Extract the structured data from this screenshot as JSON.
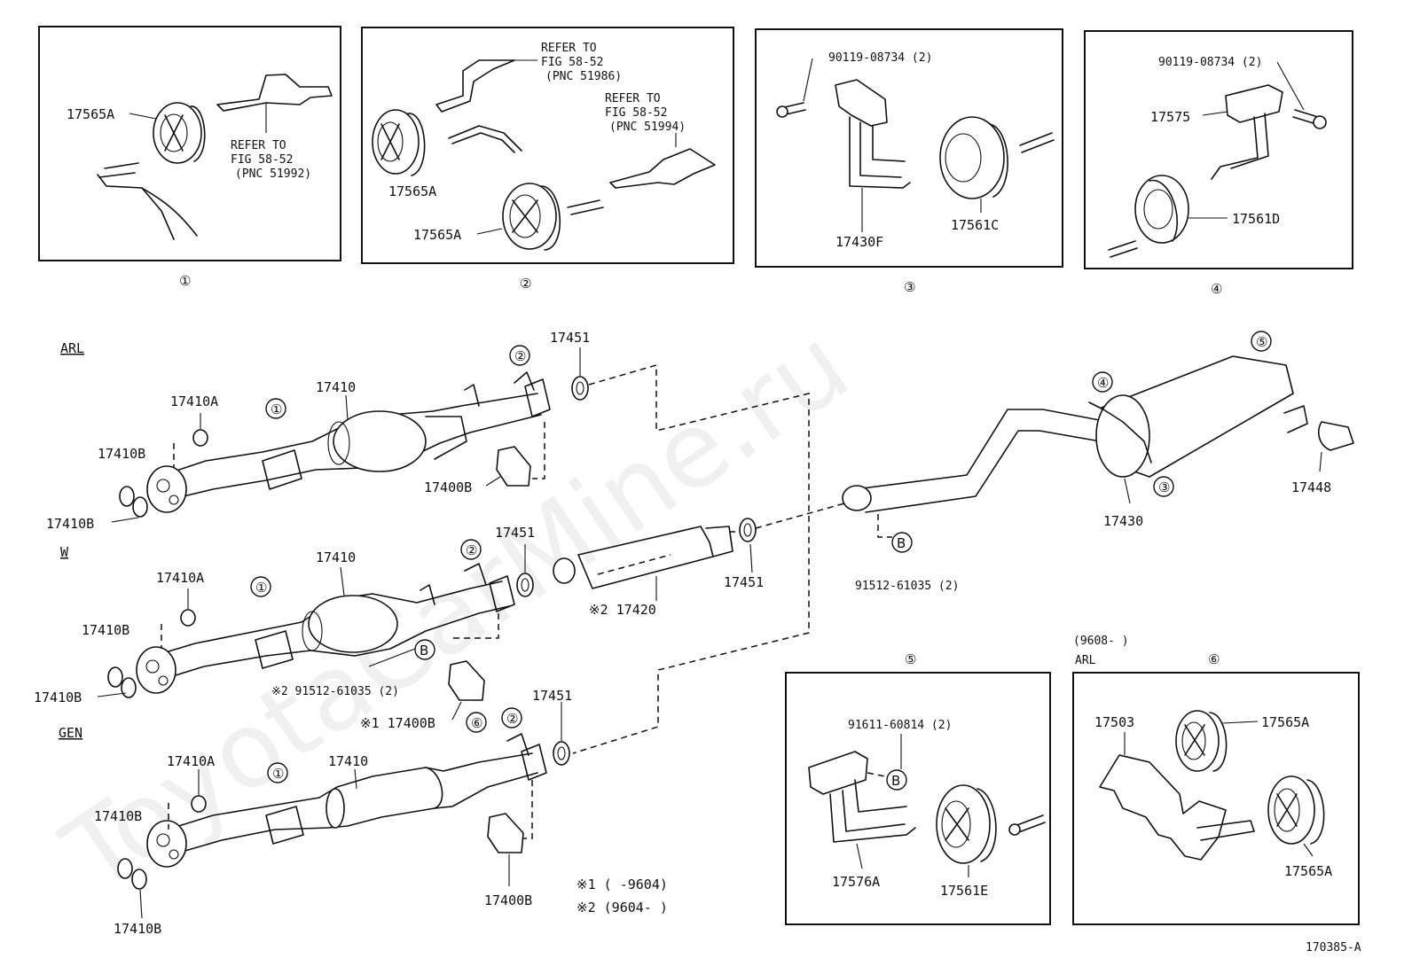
{
  "diagram_code": "170385-A",
  "watermark": "ToyotaCarMine.ru",
  "boxes": {
    "box1": {
      "number": "①",
      "part": "17565A",
      "refer": [
        "REFER TO",
        "FIG 58-52",
        "(PNC 51992)"
      ]
    },
    "box2": {
      "number": "②",
      "part_top": "17565A",
      "part_bottom": "17565A",
      "refer_a": [
        "REFER TO",
        "FIG 58-52",
        "(PNC 51986)"
      ],
      "refer_b": [
        "REFER TO",
        "FIG 58-52",
        "(PNC 51994)"
      ]
    },
    "box3": {
      "number": "③",
      "bolt": "90119-08734 (2)",
      "hanger": "17430F",
      "cushion": "17561C"
    },
    "box4": {
      "number": "④",
      "bolt": "90119-08734 (2)",
      "hanger": "17575",
      "cushion": "17561D"
    },
    "box5": {
      "number": "⑤",
      "bolt": "91611-60814 (2)",
      "ref_b": "B",
      "hanger": "17576A",
      "cushion": "17561E"
    },
    "box6": {
      "number": "⑥",
      "date": "(9608-      )",
      "variant": "ARL",
      "bracket": "17503",
      "cushion_a": "17565A",
      "cushion_b": "17565A"
    }
  },
  "sections": {
    "arl": {
      "title": "ARL",
      "pipe": "17410",
      "gasket_a": "17410A",
      "gasket_b1": "17410B",
      "gasket_b2": "17410B",
      "bracket": "17400B",
      "ring": "17451",
      "ref1": "①",
      "ref2": "②"
    },
    "w": {
      "title": "W",
      "pipe": "17410",
      "gasket_a": "17410A",
      "gasket_b1": "17410B",
      "gasket_b2": "17410B",
      "bolt": "※2  91512-61035 (2)",
      "bracket": "※1 17400B",
      "bracket_ref": "⑥",
      "ring": "17451",
      "ref1": "①",
      "ref2": "②",
      "ref_b": "B"
    },
    "gen": {
      "title": "GEN",
      "pipe": "17410",
      "gasket_a": "17410A",
      "gasket_b1": "17410B",
      "gasket_b2": "17410B",
      "bracket": "17400B",
      "ring": "17451",
      "ref1": "①",
      "ref2": "②"
    }
  },
  "center": {
    "muffler": "※2 17420",
    "ring": "17451",
    "bolt": "91512-61035 (2)",
    "ref_b": "B"
  },
  "tail": {
    "pipe": "17430",
    "tip": "17448",
    "ref3": "③",
    "ref4": "④",
    "ref5": "⑤"
  },
  "notes": {
    "note1": "※1  (      -9604)",
    "note2": "※2  (9604-       )"
  }
}
